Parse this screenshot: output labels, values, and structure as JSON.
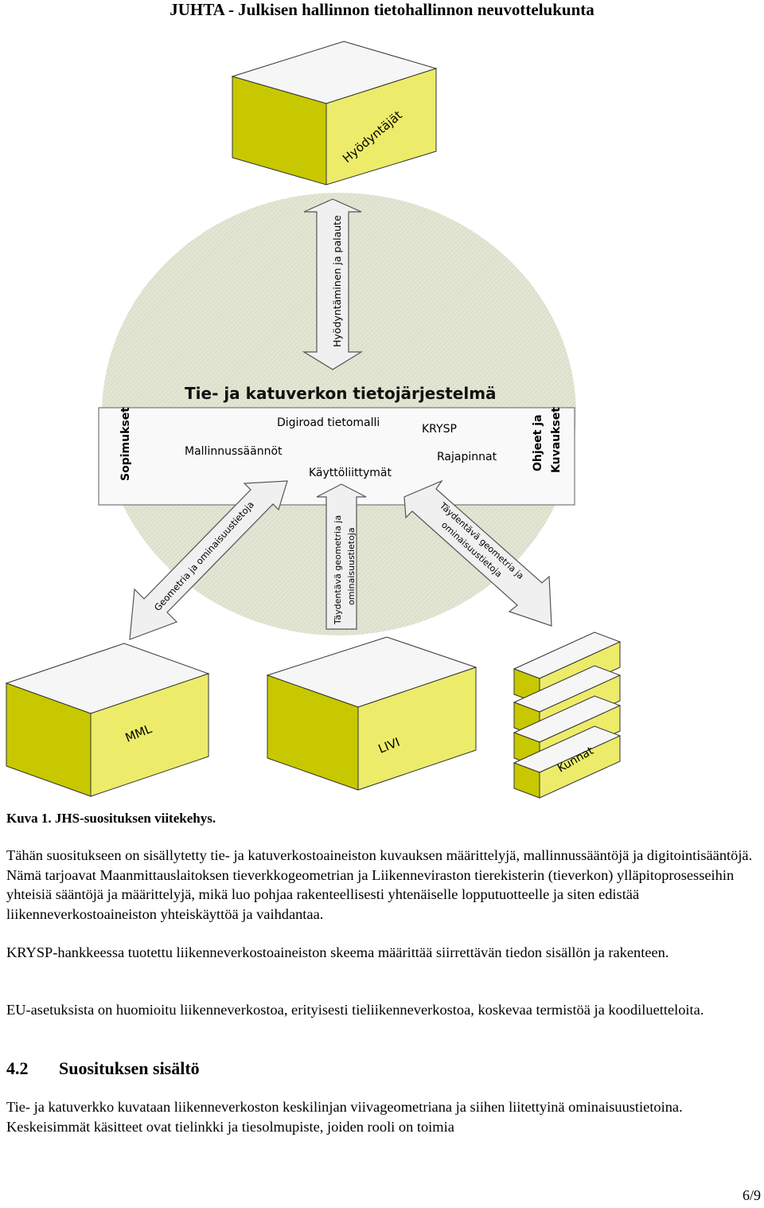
{
  "document": {
    "header": "JUHTA - Julkisen hallinnon tietohallinnon neuvottelukunta",
    "page_number": "6/9"
  },
  "figure": {
    "top_box": "Hyödyntäjät",
    "top_arrow": "Hyödyntäminen ja palaute",
    "system_title": "Tie- ja katuverkon tietojärjestelmä",
    "left_side": "Sopimukset",
    "right_side_line1": "Ohjeet ja",
    "right_side_line2": "Kuvaukset",
    "items": {
      "digiroad": "Digiroad tietomalli",
      "krysp": "KRYSP",
      "mallinnus": "Mallinnussäännöt",
      "rajapinnat": "Rajapinnat",
      "kayttoliittymat": "Käyttöliittymät"
    },
    "arrow_left": "Geometria ja ominaisuustietoja",
    "arrow_middle_line1": "Täydentävä geometria ja",
    "arrow_middle_line2": "ominaisuustietoja",
    "arrow_right_line1": "Täydentävä geometria ja",
    "arrow_right_line2": "ominaisuustietoja",
    "box_mml": "MML",
    "box_livi": "LIVI",
    "box_kunnat": "Kunnat",
    "colors": {
      "box_front": "#ecec6a",
      "box_side": "#c8c800",
      "box_top": "#f6f6f6",
      "ellipse": "#e3e6d4",
      "arrow_fill": "#f0f0f0"
    }
  },
  "caption": "Kuva 1. JHS-suosituksen viitekehys.",
  "paragraphs": {
    "p1": "Tähän suositukseen on sisällytetty tie- ja katuverkostoaineiston kuvauksen määrittelyjä, mallinnussääntöjä ja digitointisääntöjä. Nämä tarjoavat Maanmittauslaitoksen tieverkkogeometrian ja Liikenneviraston tierekisterin (tieverkon) ylläpitoprosesseihin yhteisiä sääntöjä ja määrittelyjä, mikä luo pohjaa rakenteellisesti yhtenäiselle lopputuotteelle ja siten edistää liikenneverkostoaineiston yhteiskäyttöä ja vaihdantaa.",
    "p2": "KRYSP-hankkeessa tuotettu liikenneverkostoaineiston skeema määrittää siirrettävän tiedon sisällön ja rakenteen.",
    "p3": "EU-asetuksista on huomioitu liikenneverkostoa, erityisesti tieliikenneverkostoa, koskevaa termistöä ja koodiluetteloita.",
    "p4": "Tie- ja katuverkko kuvataan liikenneverkoston keskilinjan viivageometriana ja siihen liitettyinä ominaisuustietoina. Keskeisimmät käsitteet ovat tielinkki ja tiesolmupiste, joiden rooli on toimia"
  },
  "section": {
    "number": "4.2",
    "title": "Suosituksen sisältö"
  }
}
